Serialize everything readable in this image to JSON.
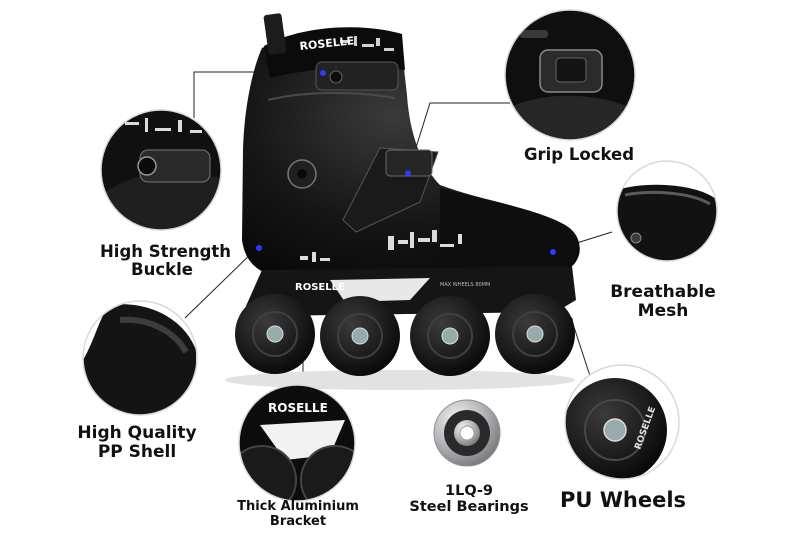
{
  "image": {
    "kind": "product-feature-infographic",
    "subject": "black inline skate with callout detail circles"
  },
  "brand": {
    "logo_text": "ROSELLE",
    "frame_text": "MAX WHEELS 80MM"
  },
  "callouts": {
    "high_strength_buckle": [
      "High Strength",
      "Buckle"
    ],
    "grip_locked": [
      "Grip Locked"
    ],
    "breathable_mesh": [
      "Breathable",
      "Mesh"
    ],
    "high_quality_pp_shell": [
      "High Quality",
      "PP Shell"
    ],
    "thick_aluminium_bracket": [
      "Thick Aluminium",
      "Bracket"
    ],
    "steel_bearings": [
      "1LQ-9",
      "Steel Bearings"
    ],
    "pu_wheels": [
      "PU Wheels"
    ]
  },
  "colors": {
    "background": "#ffffff",
    "text": "#111111",
    "skate_body": "#141414",
    "accent": "#2a3cff",
    "metal": "#c7c9cc"
  }
}
